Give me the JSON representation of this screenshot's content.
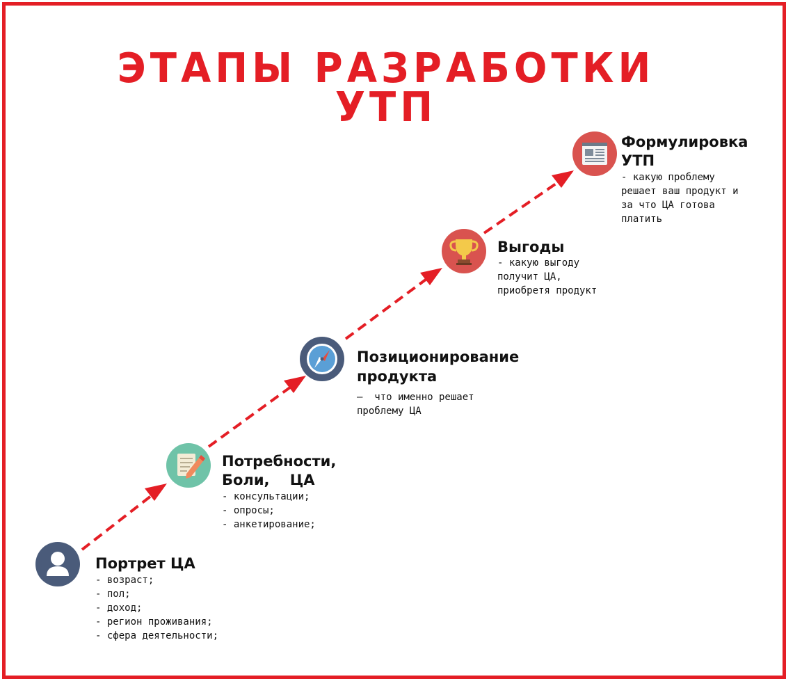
{
  "title": {
    "line1": "ЭТАПЫ РАЗРАБОТКИ",
    "line2": "УТП"
  },
  "colors": {
    "accent": "#e41e25",
    "frame": "#e41e25"
  },
  "stages": [
    {
      "icon": "user-icon",
      "title": "Портрет ЦА",
      "items": [
        "- возраст;",
        "- пол;",
        "- доход;",
        "- регион проживания;",
        "- сфера деятельности;"
      ]
    },
    {
      "icon": "notepad-pencil-icon",
      "title_line1": "Потребности,",
      "title_line2": "Боли,    ЦА",
      "items": [
        "- консультации;",
        "- опросы;",
        "- анкетирование;"
      ]
    },
    {
      "icon": "compass-icon",
      "title_line1": "Позиционирование",
      "title_line2": "продукта",
      "items": [
        "–  что именно решает",
        "проблему ЦА"
      ]
    },
    {
      "icon": "trophy-icon",
      "title": "Выгоды",
      "items": [
        "- какую выгоду",
        "получит ЦА,",
        "приобретя продукт"
      ]
    },
    {
      "icon": "newspaper-icon",
      "title_line1": "Формулировка",
      "title_line2": "УТП",
      "items": [
        "- какую проблему",
        "решает ваш продукт и",
        "за что ЦА готова",
        "платить"
      ]
    }
  ]
}
